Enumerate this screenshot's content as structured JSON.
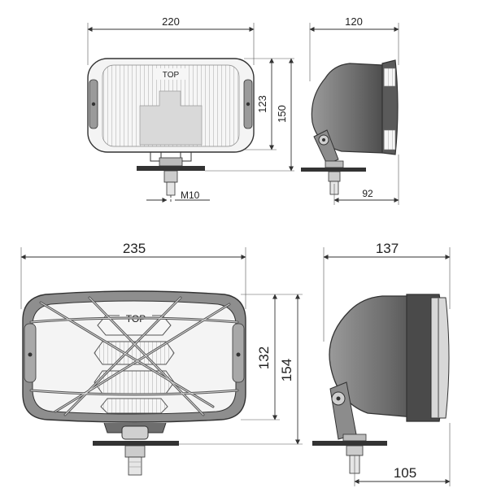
{
  "top_front": {
    "lens_label": "TOP",
    "dim_width": "220",
    "dim_lens_height": "123",
    "dim_total_height": "150",
    "dim_bolt": "M10"
  },
  "top_side": {
    "dim_depth": "120",
    "dim_mount_depth": "92"
  },
  "bottom_front": {
    "lens_label": "TOP",
    "dim_width": "235",
    "dim_lens_height": "132",
    "dim_total_height": "154"
  },
  "bottom_side": {
    "dim_depth": "137",
    "dim_mount_depth": "105"
  },
  "colors": {
    "line": "#333333",
    "lamp_fill": "#f4f4f4",
    "body_gray": "#7a7a7a",
    "dark_gray": "#4a4a4a",
    "lens_stripes": "#cfcfcf"
  }
}
